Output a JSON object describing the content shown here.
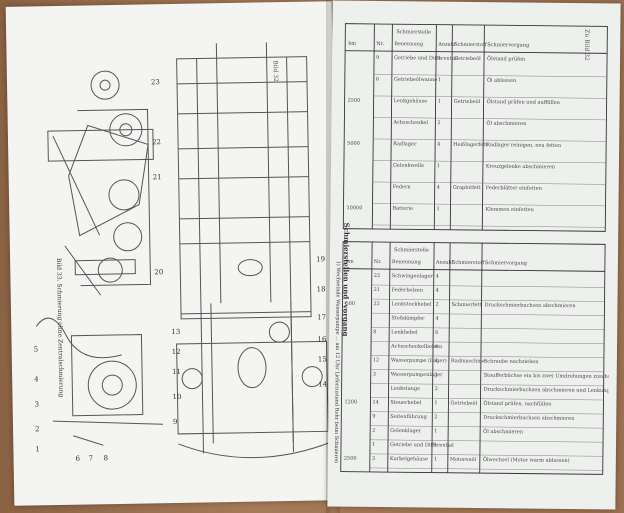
{
  "left_page": {
    "page_number": "Bild 32",
    "caption": "Bild 33. Schmierung ohne Zentralschmierung",
    "callouts": [
      "23",
      "22",
      "21",
      "20",
      "19",
      "18",
      "17",
      "16",
      "15",
      "14",
      "13",
      "12",
      "11",
      "10",
      "9",
      "8",
      "7",
      "6",
      "5",
      "4",
      "3",
      "2",
      "1"
    ]
  },
  "right_page": {
    "page_number": "Zu Bild 32",
    "section_title": "Schmierstellen und -vorgang",
    "footnote": "1) Wechselnde Wasserpumpe ... am 12 Uhr Lieferzustand Rohr beim Schmieren",
    "left_table": {
      "headers": [
        "km",
        "Nr.",
        "Benennung",
        "Anzahl",
        "Schmierstoff",
        "Schmiervorgang"
      ],
      "group_header": "Schmierstelle",
      "rows": [
        [
          "",
          "22",
          "Schwingenlager",
          "4",
          "",
          ""
        ],
        [
          "",
          "21",
          "Federbolzen",
          "4",
          "",
          ""
        ],
        [
          "500",
          "22",
          "Lenkstockhebel",
          "2",
          "Schmierfett",
          "Druckschmierbuchsen abschmieren"
        ],
        [
          "",
          "",
          "Stoßdämpfer",
          "4",
          "",
          ""
        ],
        [
          "",
          "8",
          "Lenkhebel",
          "6",
          "",
          ""
        ],
        [
          "",
          "",
          "Achsschenkelbolzen",
          "4",
          "",
          ""
        ],
        [
          "",
          "12",
          "Wasserpumpe (Lager)",
          "1",
          "Radmaschine",
          "Schraube nachziehen"
        ],
        [
          "",
          "3",
          "Wasserpumpenlager",
          "1",
          "",
          "Staufferbüchse ein bis zwei Umdrehungen zuschrauben"
        ],
        [
          "",
          "",
          "Lenkstange",
          "2",
          "",
          "Druckschmierbuchsen abschmieren und Lenkung abschmieren"
        ],
        [
          "1200",
          "14",
          "Steuerhebel",
          "1",
          "Getriebeöl",
          "Ölstand prüfen, nachfüllen"
        ],
        [
          "",
          "9",
          "Seitenführung",
          "2",
          "",
          "Druckschmierbuchsen abschmieren"
        ],
        [
          "",
          "2",
          "Gelenklager",
          "1",
          "",
          "Öl abschmieren"
        ],
        [
          "",
          "1",
          "Getriebe und Differential",
          "1",
          "",
          ""
        ],
        [
          "2500",
          "3",
          "Kurbelgehäuse",
          "1",
          "Motorenöl",
          "Ölwechsel (Motor warm ablassen)"
        ]
      ]
    },
    "right_table": {
      "headers": [
        "km",
        "Nr.",
        "Benennung",
        "Anzahl",
        "Schmierstoff",
        "Schmiervorgang"
      ],
      "group_header": "Schmierstelle",
      "rows": [
        [
          "",
          "9",
          "Getriebe und Differential",
          "1",
          "Getriebeöl",
          "Ölstand prüfen"
        ],
        [
          "",
          "6",
          "Getriebeölwanne",
          "1",
          "",
          "Öl ablassen"
        ],
        [
          "2500",
          "",
          "Lenkgehäuse",
          "1",
          "Getriebeöl",
          "Ölstand prüfen und auffüllen"
        ],
        [
          "",
          "",
          "Achsschenkel",
          "2",
          "",
          "Öl abschmieren"
        ],
        [
          "5000",
          "",
          "Radlager",
          "4",
          "Heißlagerfett",
          "Radlager reinigen, neu fetten"
        ],
        [
          "",
          "",
          "Gelenkwelle",
          "1",
          "",
          "Kreuzgelenke abschmieren"
        ],
        [
          "",
          "",
          "Federn",
          "4",
          "Graphitfett",
          "Federblätter einfetten"
        ],
        [
          "10000",
          "",
          "Batterie",
          "1",
          "",
          "Klemmen einfetten"
        ]
      ]
    }
  }
}
